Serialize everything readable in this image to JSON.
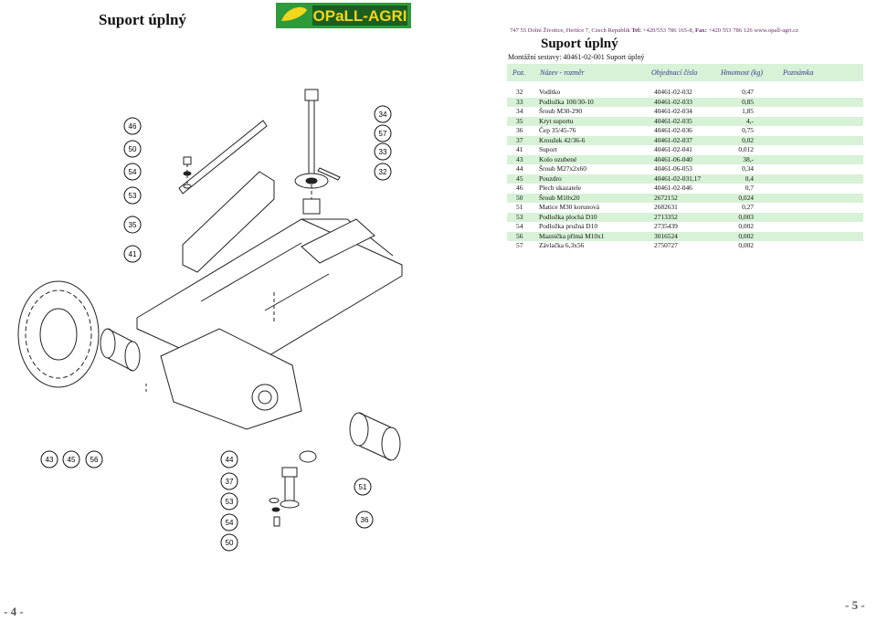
{
  "left_page": {
    "title": "Suport úplný",
    "page_number": "- 4 -"
  },
  "right_page": {
    "address_prefix": "747 55 Dolní Životice, Hertice 7, Czech Republik",
    "tel_label": "Tel:",
    "tel_value": "+420/553 786 165-8,",
    "fax_label": "Fax:",
    "fax_value": "+420 553 786 126",
    "web": "www.opall-agri.cz",
    "title": "Suport úplný",
    "assembly": "Montážní sestavy: 40461-02-001 Suport úplný",
    "page_number": "- 5 -"
  },
  "logo": {
    "text": "OPaLL-AGRI",
    "colors": {
      "green": "#2e9a3a",
      "yellow": "#f2d61b",
      "dark": "#1b5e20"
    }
  },
  "table": {
    "headers": {
      "pos": "Poz.",
      "name": "Název - rozměr",
      "number": "Objednací číslo",
      "weight": "Hmotnost (kg)",
      "note": "Poznámka"
    },
    "rows": [
      {
        "pos": "32",
        "name": "Vodítko",
        "number": "40461-02-032",
        "weight": "0,47"
      },
      {
        "pos": "33",
        "name": "Podložka 100/30-10",
        "number": "40461-02-033",
        "weight": "0,85"
      },
      {
        "pos": "34",
        "name": "Šroub M30-290",
        "number": "40461-02-034",
        "weight": "1,85"
      },
      {
        "pos": "35",
        "name": "Kryt suportu",
        "number": "40461-02-035",
        "weight": "4,-"
      },
      {
        "pos": "36",
        "name": "Čep 35/45-76",
        "number": "40461-02-036",
        "weight": "0,75"
      },
      {
        "pos": "37",
        "name": "Kroužek 42/36-6",
        "number": "40461-02-037",
        "weight": "0,02"
      },
      {
        "pos": "41",
        "name": "Suport",
        "number": "40461-02-041",
        "weight": "0,012"
      },
      {
        "pos": "43",
        "name": "Kolo ozubené",
        "number": "40461-06-040",
        "weight": "38,-"
      },
      {
        "pos": "44",
        "name": "Šroub M27x2x60",
        "number": "40461-06-053",
        "weight": "0,34"
      },
      {
        "pos": "45",
        "name": "Pouzdro",
        "number": "40461-02-031,17",
        "weight": "0,4"
      },
      {
        "pos": "46",
        "name": "Plech ukazatele",
        "number": "40461-02-046",
        "weight": "0,7"
      },
      {
        "pos": "50",
        "name": "Šroub M10x20",
        "number": "2672152",
        "weight": "0,024"
      },
      {
        "pos": "51",
        "name": "Matice M30 korunová",
        "number": "2682631",
        "weight": "0,27"
      },
      {
        "pos": "53",
        "name": "Podložka plochá D10",
        "number": "2713352",
        "weight": "0,003"
      },
      {
        "pos": "54",
        "name": "Podložka pružná D10",
        "number": "2735439",
        "weight": "0,002"
      },
      {
        "pos": "56",
        "name": "Maznička přímá M10x1",
        "number": "3016524",
        "weight": "0,002"
      },
      {
        "pos": "57",
        "name": "Závlačka 6,3x56",
        "number": "2750727",
        "weight": "0,002"
      }
    ]
  },
  "callouts": {
    "left_column": [
      "46",
      "50",
      "54",
      "53",
      "35",
      "41"
    ],
    "top_right": [
      "34",
      "57",
      "33",
      "32"
    ],
    "bottom_row": [
      "43",
      "45",
      "56"
    ],
    "bottom_center": [
      "44",
      "37",
      "53",
      "54",
      "50"
    ],
    "bottom_right": [
      "51",
      "36"
    ]
  },
  "colors": {
    "row_highlight": "#d7f2d7",
    "header_text": "#3a3a8a",
    "address_text": "#6a2a6a"
  }
}
